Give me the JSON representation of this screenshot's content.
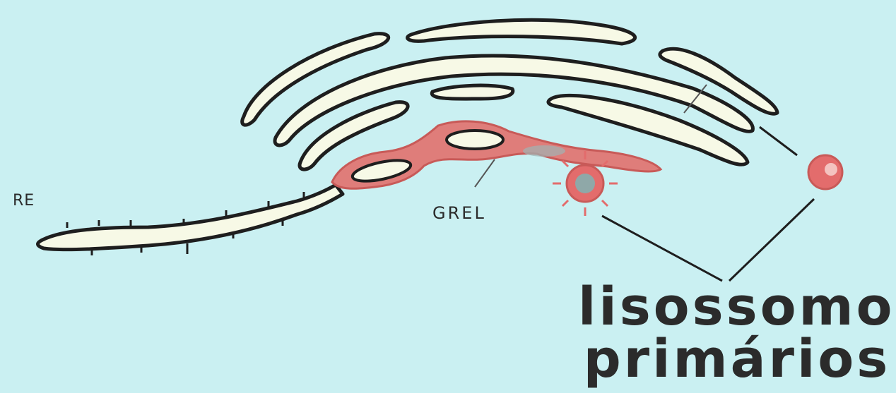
{
  "labels": {
    "re": "RE",
    "grel": "GREL",
    "lisossomos_line1": "lisossomos",
    "lisossomos_line2": "primários"
  },
  "colors": {
    "background": "#caf0f2",
    "membrane": "#1e1e1e",
    "lumen": "#f7f9e6",
    "grel": "#df7d7a",
    "lysosome": "#e36c6c"
  }
}
